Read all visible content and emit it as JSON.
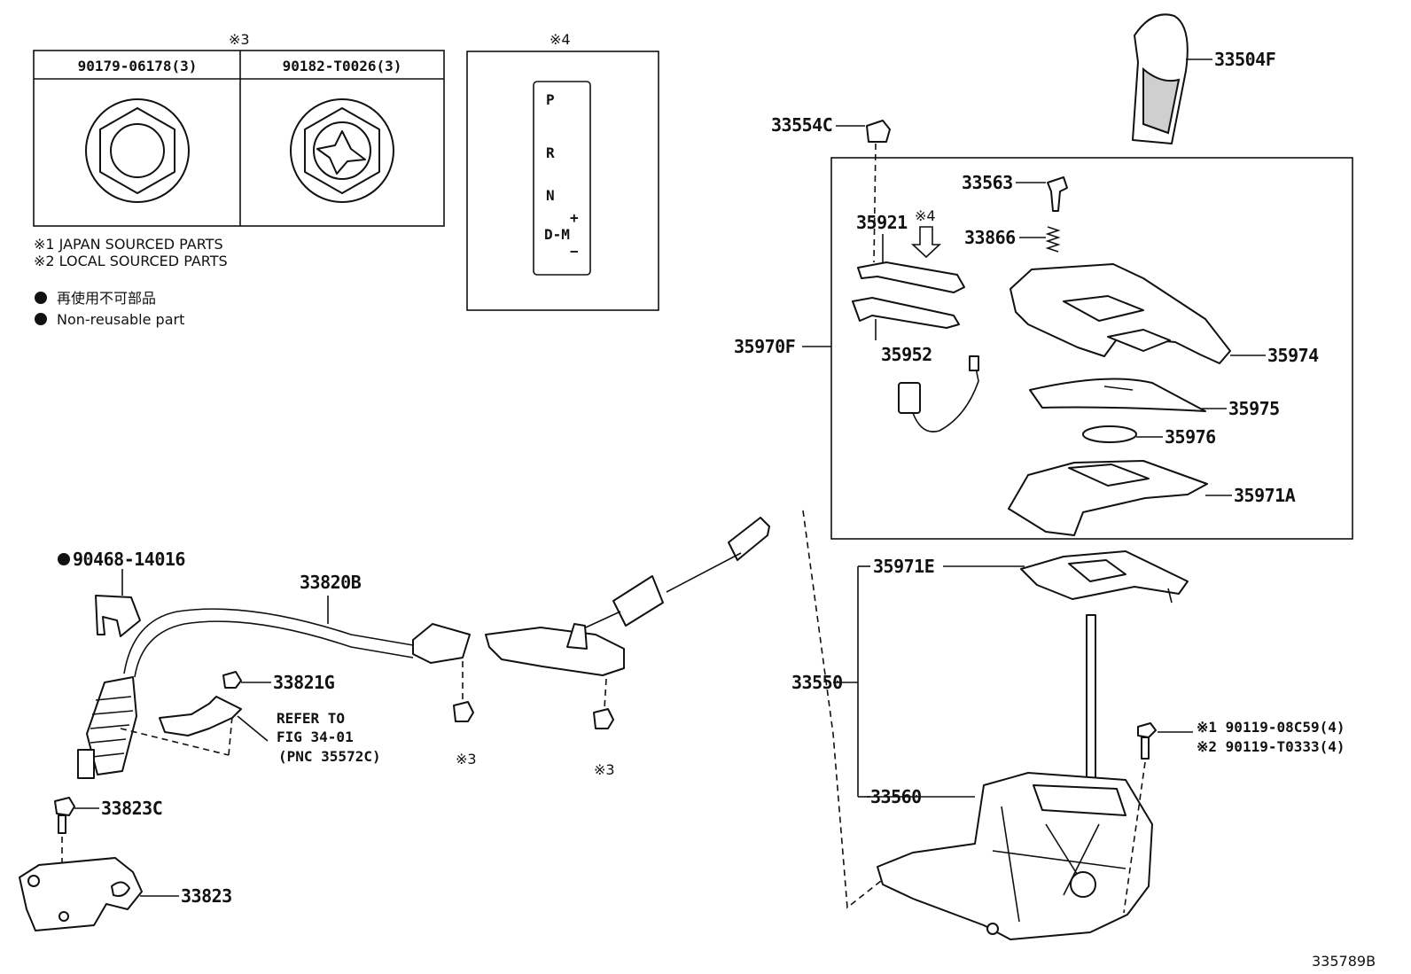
{
  "fastener_table": {
    "header_mark": "※3",
    "col1": "90179-06178(3)",
    "col2": "90182-T0026(3)"
  },
  "shift_plate": {
    "header_mark": "※4",
    "p": "P",
    "r": "R",
    "n": "N",
    "plus": "+",
    "dm": "D-M",
    "minus": "−"
  },
  "notes": {
    "note1": "※1  JAPAN SOURCED PARTS",
    "note2": "※2  LOCAL SOURCED PARTS",
    "legend_jp": "再使用不可部品",
    "legend_en": "Non-reusable part"
  },
  "labels": {
    "p33504F": "33504F",
    "p33554C": "33554C",
    "p33563": "33563",
    "p35921": "35921",
    "p35921_mark": "※4",
    "p33866": "33866",
    "p35970F": "35970F",
    "p35952": "35952",
    "p35974": "35974",
    "p35975": "35975",
    "p35976": "35976",
    "p35971A": "35971A",
    "p35971E": "35971E",
    "p33550": "33550",
    "p33560": "33560",
    "p90119_1": "※1 90119-08C59(4)",
    "p90119_2": "※2 90119-T0333(4)",
    "p90468": "90468-14016",
    "p33820B": "33820B",
    "p33821G": "33821G",
    "refer1": "REFER TO",
    "refer2": "FIG 34-01",
    "refer3": "(PNC 35572C)",
    "nut_mark1": "※3",
    "nut_mark2": "※3",
    "p33823C": "33823C",
    "p33823": "33823",
    "figure_id": "335789B"
  },
  "colors": {
    "ink": "#111111",
    "background": "#ffffff"
  }
}
